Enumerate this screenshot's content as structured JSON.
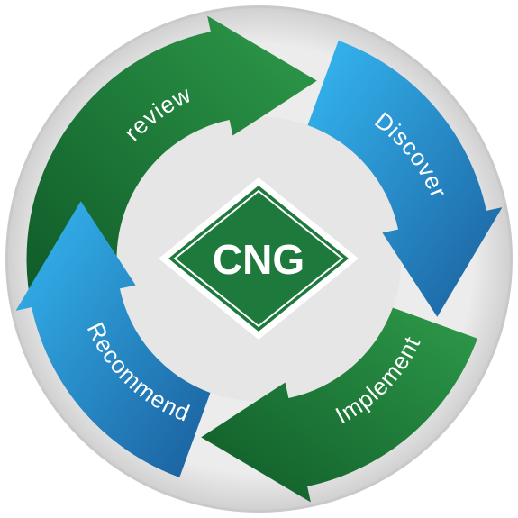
{
  "logo": {
    "text": "CNG",
    "color": "#1e7a3c"
  },
  "cycle": [
    {
      "id": "review",
      "label": "review",
      "color_dark": "#13642e",
      "color_light": "#2a8f45"
    },
    {
      "id": "discover",
      "label": "Discover",
      "color_dark": "#1c6fae",
      "color_light": "#33b3f0"
    },
    {
      "id": "implement",
      "label": "Implement",
      "color_dark": "#13642e",
      "color_light": "#2a8f45"
    },
    {
      "id": "recommend",
      "label": "Recommend",
      "color_dark": "#1c6fae",
      "color_light": "#33b3f0"
    }
  ],
  "colors": {
    "outer_ring": "#d6d6d6",
    "inner_disc": "#e6e6e6",
    "background": "#ffffff"
  }
}
